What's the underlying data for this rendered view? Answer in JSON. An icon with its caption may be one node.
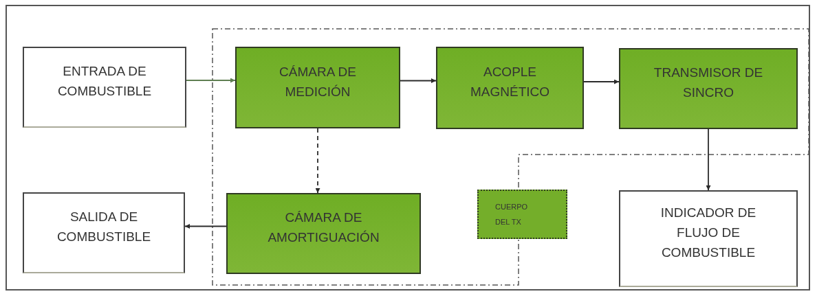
{
  "diagram": {
    "nodes": [
      {
        "text": [
          "ENTRADA DE COMBUSTIBLE"
        ]
      },
      {
        "text": [
          "CÁMARA DE MEDICIÓN"
        ]
      },
      {
        "text": [
          "ACOPLE MAGNÉTICO"
        ]
      },
      {
        "text": [
          "TRANSMISOR DE SINCRO"
        ]
      },
      {
        "text": [
          "SALIDA DE COMBUSTIBLE"
        ]
      },
      {
        "text": [
          "CÁMARA DE AMORTIGUACIÓN"
        ]
      },
      {
        "text": [
          "CUERPO DEL TX"
        ]
      },
      {
        "text": [
          "INDICADOR DE FLUJO DE COMBUSTIBLE"
        ]
      }
    ],
    "edges": [
      {
        "from": 0,
        "to": 1,
        "arrow": "to",
        "color": "#5f7f52"
      },
      {
        "from": 1,
        "to": 2,
        "arrow": "to"
      },
      {
        "from": 2,
        "to": 3,
        "arrow": "to"
      },
      {
        "from": 1,
        "to": 5,
        "arrow": "to",
        "style": "dashed"
      },
      {
        "from": 5,
        "to": 4,
        "arrow": "to"
      },
      {
        "from": 3,
        "to": 7,
        "arrow": "to"
      }
    ]
  }
}
